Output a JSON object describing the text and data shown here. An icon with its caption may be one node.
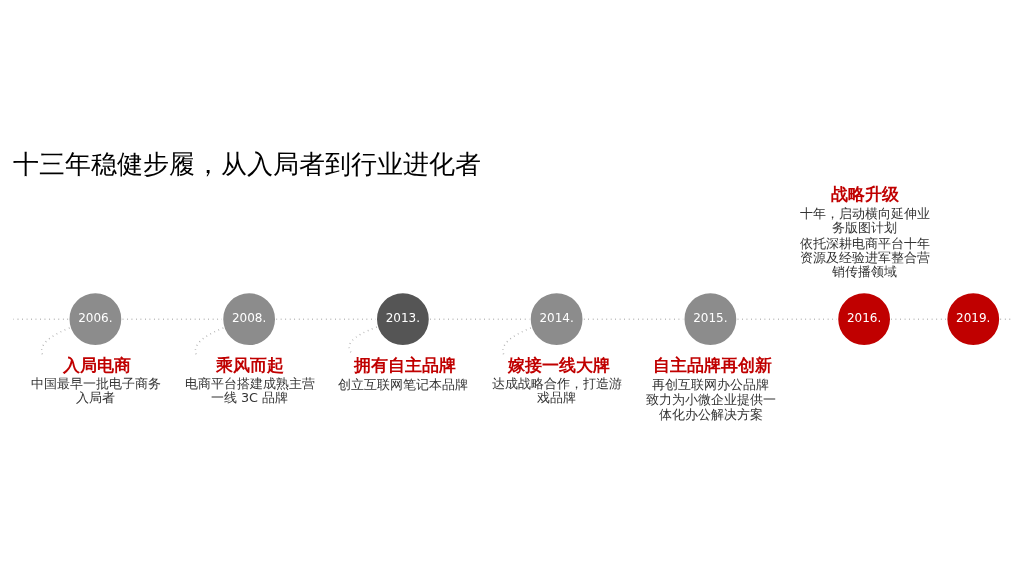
{
  "diagram": {
    "title": "十三年稳健步履，从入局者到行业进化者",
    "nodes": [
      {
        "text": [
          "2006."
        ]
      },
      {
        "text": [
          "入局电商",
          "中国最早一批电子商务入局者"
        ]
      },
      {
        "text": [
          "2008."
        ]
      },
      {
        "text": [
          "乘风而起",
          "电商平台搭建成熟主营一线 3C 品牌"
        ]
      },
      {
        "text": [
          "2013."
        ]
      },
      {
        "text": [
          "拥有自主品牌",
          "创立互联网笔记本品牌"
        ]
      },
      {
        "text": [
          "2014."
        ]
      },
      {
        "text": [
          "嫁接一线大牌",
          "达成战略合作，打造游戏品牌"
        ]
      },
      {
        "text": [
          "2015."
        ]
      },
      {
        "text": [
          "自主品牌再创新",
          "再创互联网办公品牌",
          "致力为小微企业提供一体化办公解决方案"
        ]
      },
      {
        "text": [
          "2016."
        ]
      },
      {
        "text": [
          "战略升级",
          "十年，启动横向延伸业务版图计划",
          "依托深耕电商平台十年资源及经验进军整合营销传播领域"
        ]
      },
      {
        "text": [
          "2019."
        ]
      }
    ],
    "edges": [
      {
        "from": null,
        "to": 0,
        "arrow": "none",
        "style": "dashed"
      },
      {
        "from": 0,
        "to": 2,
        "arrow": "none",
        "style": "dashed"
      },
      {
        "from": 2,
        "to": 4,
        "arrow": "none",
        "style": "dashed"
      },
      {
        "from": 4,
        "to": 6,
        "arrow": "none",
        "style": "dashed"
      },
      {
        "from": 6,
        "to": 8,
        "arrow": "none",
        "style": "dashed"
      },
      {
        "from": 8,
        "to": 10,
        "arrow": "none",
        "style": "dashed"
      },
      {
        "from": 10,
        "to": 12,
        "arrow": "none",
        "style": "dashed"
      },
      {
        "from": 12,
        "to": null,
        "arrow": "none",
        "style": "dashed"
      },
      {
        "from": 0,
        "to": 1,
        "arrow": "none",
        "style": "dashed"
      },
      {
        "from": 2,
        "to": 3,
        "arrow": "none",
        "style": "dashed"
      },
      {
        "from": 4,
        "to": 5,
        "arrow": "none",
        "style": "dashed"
      },
      {
        "from": 6,
        "to": 7,
        "arrow": "none",
        "style": "dashed"
      }
    ]
  }
}
